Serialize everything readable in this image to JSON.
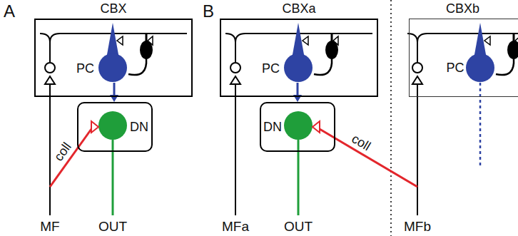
{
  "diagram": {
    "nodes": [
      {
        "text": [
          "CBX"
        ]
      },
      {
        "text": [
          "PC"
        ],
        "in": 0
      },
      {
        "text": [
          "DN"
        ]
      },
      {
        "text": [
          "CBXa"
        ]
      },
      {
        "text": [
          "PC"
        ],
        "in": 3
      },
      {
        "text": [
          "DN"
        ]
      },
      {
        "text": [
          "CBXb"
        ]
      },
      {
        "text": [
          "PC"
        ],
        "in": 6
      }
    ],
    "edges": [
      {
        "from": 1,
        "to": 2,
        "arrow": "to"
      },
      {
        "from": 4,
        "to": 5,
        "arrow": "to"
      }
    ],
    "labels": [
      "A",
      "coll",
      "MF",
      "OUT",
      "B",
      "MFa",
      "OUT",
      "coll",
      "MFb"
    ]
  }
}
